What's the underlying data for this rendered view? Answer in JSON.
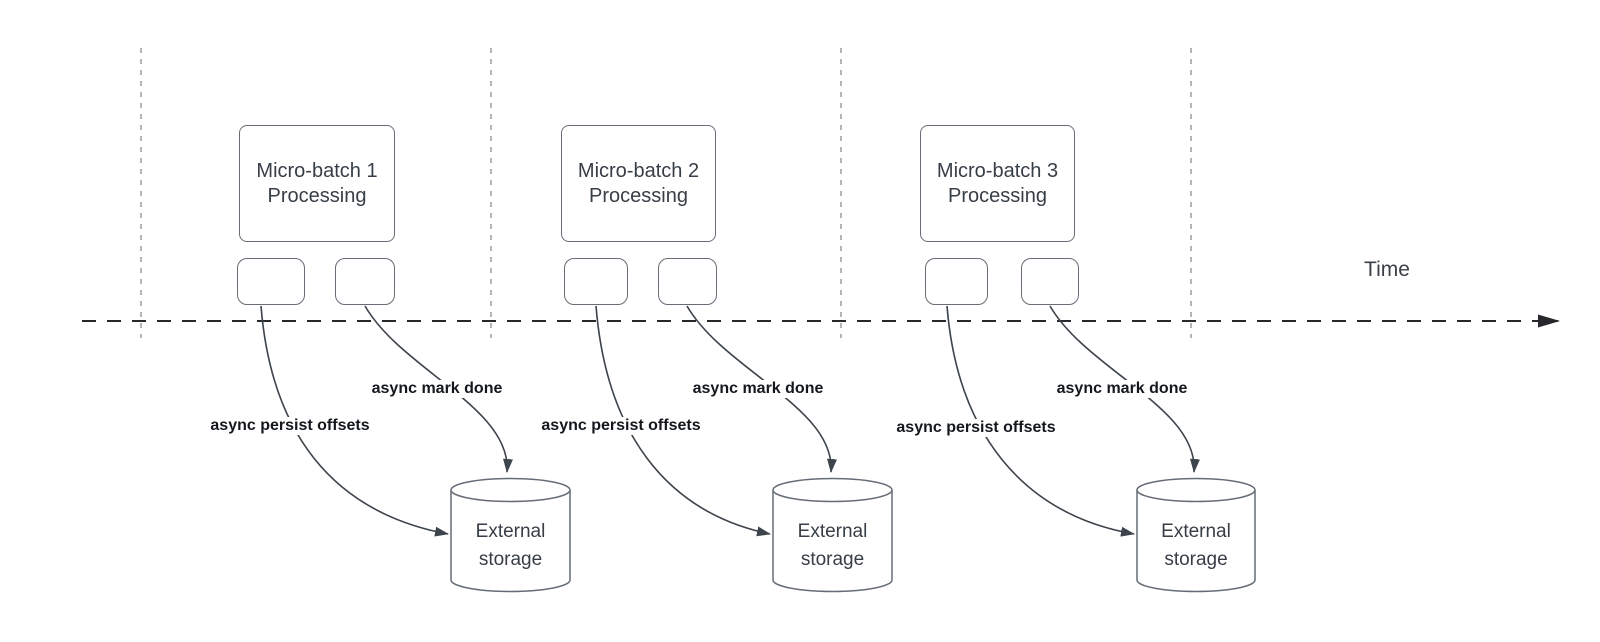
{
  "timeline": {
    "label": "Time"
  },
  "sections": [
    {
      "box": {
        "line1": "Micro-batch 1",
        "line2": "Processing"
      },
      "persist_label": "async persist offsets",
      "mark_done_label": "async mark done",
      "storage": {
        "line1": "External",
        "line2": "storage"
      }
    },
    {
      "box": {
        "line1": "Micro-batch 2",
        "line2": "Processing"
      },
      "persist_label": "async persist offsets",
      "mark_done_label": "async mark done",
      "storage": {
        "line1": "External",
        "line2": "storage"
      }
    },
    {
      "box": {
        "line1": "Micro-batch 3",
        "line2": "Processing"
      },
      "persist_label": "async persist offsets",
      "mark_done_label": "async mark done",
      "storage": {
        "line1": "External",
        "line2": "storage"
      }
    }
  ],
  "colors": {
    "background": "#ffffff",
    "guide_stroke": "#b5b5b5",
    "timeline_stroke": "#26282b",
    "shape_stroke": "#676d76",
    "arrow_stroke": "#3e444c",
    "box_text": "#383e46",
    "label_text": "#14181d",
    "time_text": "#3c4147"
  }
}
